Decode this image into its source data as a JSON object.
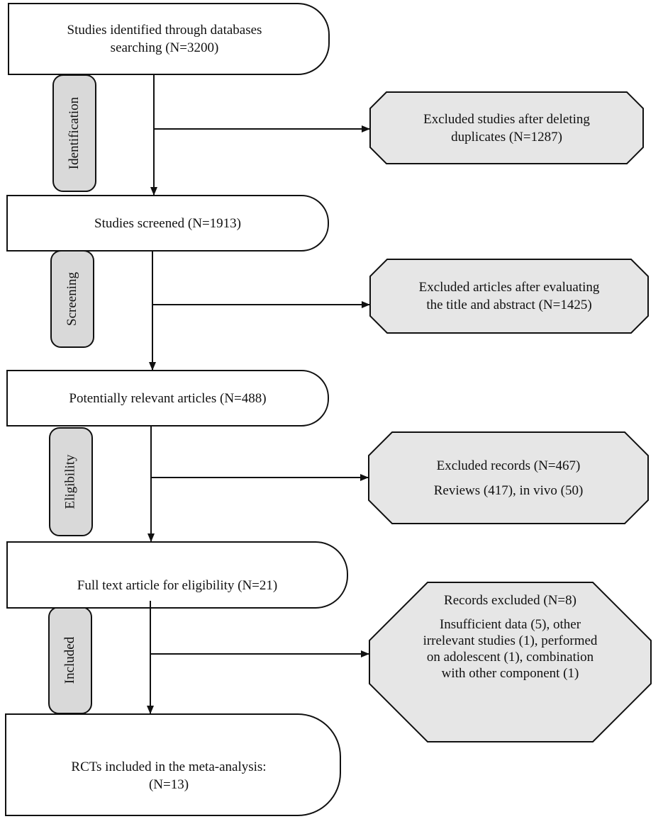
{
  "stages": [
    {
      "label": "Identification"
    },
    {
      "label": "Screening"
    },
    {
      "label": "Eligibility"
    },
    {
      "label": "Included"
    }
  ],
  "main_boxes": [
    {
      "lines": [
        "Studies identified through databases",
        "searching  (N=3200)"
      ]
    },
    {
      "lines": [
        "Studies screened  (N=1913)"
      ]
    },
    {
      "lines": [
        "Potentially relevant articles  (N=488)"
      ]
    },
    {
      "lines": [
        "Full text article for eligibility (N=21)"
      ]
    },
    {
      "lines": [
        "RCTs included  in the meta-analysis:",
        "(N=13)"
      ]
    }
  ],
  "exclusion_boxes": [
    {
      "lines": [
        "Excluded studies after deleting",
        "duplicates  (N=1287)"
      ]
    },
    {
      "lines": [
        "Excluded  articles  after evaluating",
        "the title and  abstract  (N=1425)"
      ]
    },
    {
      "title": "Excluded  records   (N=467)",
      "detail": "Reviews  (417),  in vivo  (50)"
    },
    {
      "title": "Records excluded  (N=8)",
      "detail_lines": [
        "Insufficient  data  (5),  other",
        "irrelevant  studies  (1),  performed",
        "on  adolescent  (1),  combination",
        "with  other  component  (1)"
      ]
    }
  ],
  "colors": {
    "exclusion_fill": "#e6e6e6",
    "stage_fill": "#d9d9d9",
    "stroke": "#111111"
  }
}
